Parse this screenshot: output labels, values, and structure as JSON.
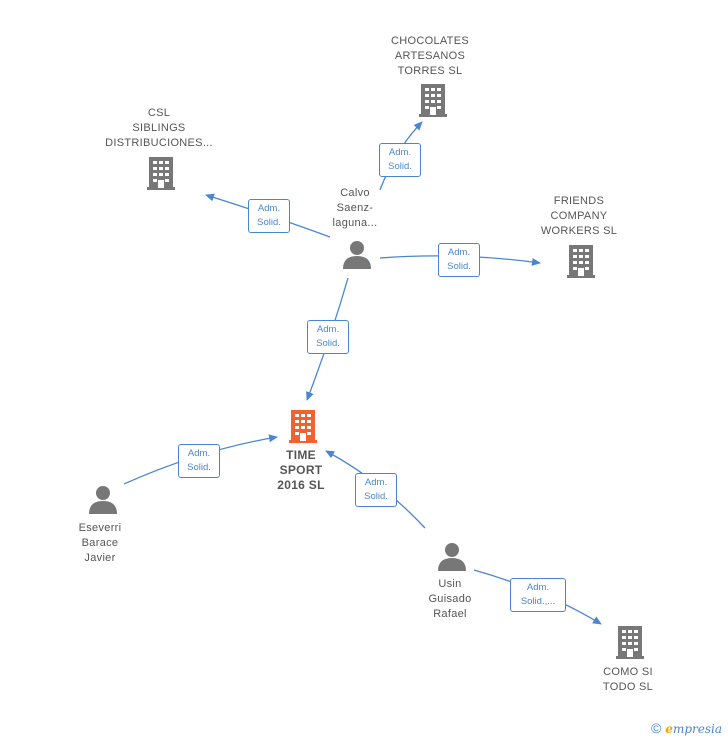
{
  "colors": {
    "line": "#4a86d0",
    "node_gray": "#777777",
    "center_node": "#f0632c",
    "text": "#555555"
  },
  "center": {
    "name_lines": [
      "TIME",
      "SPORT",
      "2016  SL"
    ],
    "icon": "building-icon"
  },
  "companies": [
    {
      "id": "chocolates",
      "lines": [
        "CHOCOLATES",
        "ARTESANOS",
        "TORRES SL"
      ],
      "icon": "building-icon"
    },
    {
      "id": "csl",
      "lines": [
        "CSL",
        "SIBLINGS",
        "DISTRIBUCIONES..."
      ],
      "icon": "building-icon"
    },
    {
      "id": "friends",
      "lines": [
        "FRIENDS",
        "COMPANY",
        "WORKERS  SL"
      ],
      "icon": "building-icon"
    },
    {
      "id": "comosi",
      "lines": [
        "COMO SI",
        "TODO  SL"
      ],
      "icon": "building-icon"
    }
  ],
  "persons": [
    {
      "id": "calvo",
      "lines": [
        "Calvo",
        "Saenz-",
        "laguna..."
      ],
      "icon": "person-icon"
    },
    {
      "id": "eseverri",
      "lines": [
        "Eseverri",
        "Barace",
        "Javier"
      ],
      "icon": "person-icon"
    },
    {
      "id": "usin",
      "lines": [
        "Usin",
        "Guisado",
        "Rafael"
      ],
      "icon": "person-icon"
    }
  ],
  "edges": [
    {
      "id": "calvo-chocolates",
      "lines": [
        "Adm.",
        "Solid."
      ]
    },
    {
      "id": "calvo-csl",
      "lines": [
        "Adm.",
        "Solid."
      ]
    },
    {
      "id": "calvo-friends",
      "lines": [
        "Adm.",
        "Solid."
      ]
    },
    {
      "id": "calvo-center",
      "lines": [
        "Adm.",
        "Solid."
      ]
    },
    {
      "id": "eseverri-center",
      "lines": [
        "Adm.",
        "Solid."
      ]
    },
    {
      "id": "usin-center",
      "lines": [
        "Adm.",
        "Solid."
      ]
    },
    {
      "id": "usin-comosi",
      "lines": [
        "Adm.",
        "Solid.,..."
      ]
    }
  ],
  "footer": {
    "copyright_symbol": "©",
    "brand_first": "e",
    "brand_rest": "mpresia"
  }
}
